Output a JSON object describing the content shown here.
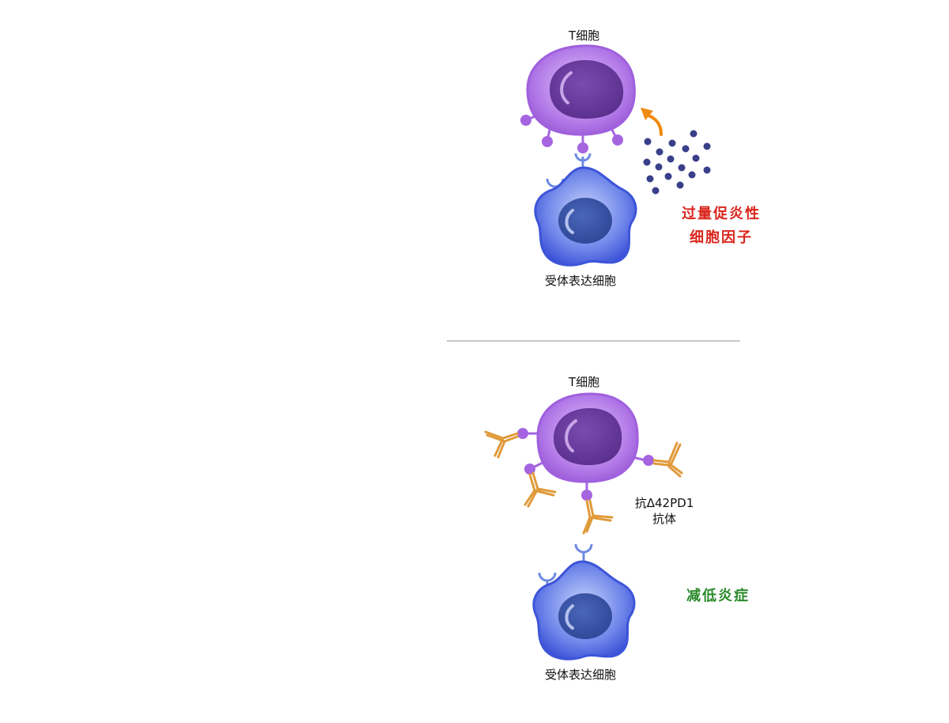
{
  "top": {
    "t_cell_label": "T细胞",
    "receptor_cell_label": "受体表达细胞",
    "cytokine_label_line1": "过量促炎性",
    "cytokine_label_line2": "细胞因子"
  },
  "bottom": {
    "t_cell_label": "T细胞",
    "receptor_cell_label": "受体表达细胞",
    "antibody_label_line1": "抗Δ42PD1",
    "antibody_label_line2": "抗体",
    "outcome_label": "减低炎症"
  },
  "colors": {
    "t_cell_outer": "#a565e0",
    "t_cell_nucleus": "#663b99",
    "receptor_cell": "#4a5fdc",
    "receptor_nucleus": "#3352a8",
    "antibody": "#e09a3a",
    "cytokine_dot": "#3a3f8a",
    "arrow": "#f08a10",
    "divider": "#c8c8c8"
  }
}
